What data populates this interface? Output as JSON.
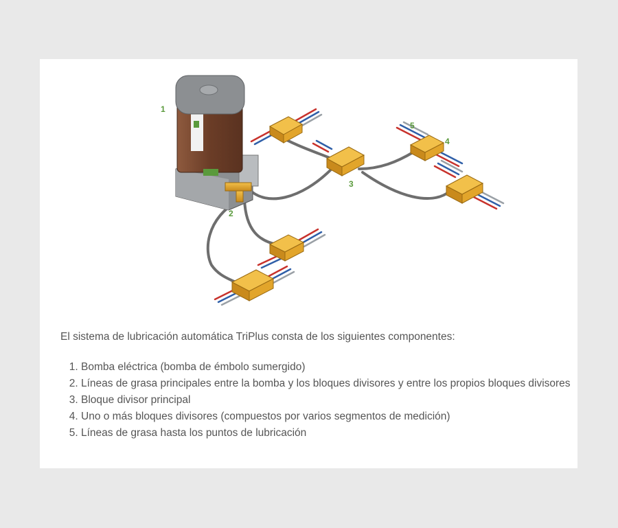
{
  "diagram": {
    "callouts": [
      "1",
      "2",
      "3",
      "4",
      "5"
    ],
    "colors": {
      "block": "#e2a52b",
      "block_dark": "#b87d14",
      "hose": "#6e6e6e",
      "pipe_red": "#c8322c",
      "pipe_blue": "#2f5fa8",
      "pipe_gray": "#9aa0a6",
      "pump_body": "#7b4a33",
      "pump_cap": "#8c8f92",
      "label_green": "#5a9a3c"
    }
  },
  "intro": "El sistema de lubricación automática TriPlus consta de los siguientes componentes:",
  "components": [
    "Bomba eléctrica (bomba de émbolo sumergido)",
    "Líneas de grasa principales entre la bomba y los bloques divisores y entre los propios bloques divisores",
    "Bloque divisor principal",
    "Uno o más bloques divisores (compuestos por varios segmentos de medición)",
    "Líneas de grasa hasta los puntos de lubricación"
  ]
}
